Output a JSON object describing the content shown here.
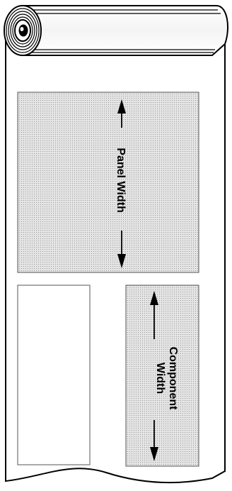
{
  "labels": {
    "panel_width": "Panel Width",
    "component_width_line1": "Component",
    "component_width_line2": "Width"
  },
  "colors": {
    "outline": "#000000",
    "shaded_fill": "#d8d8d8",
    "paper": "#ffffff"
  },
  "icons": {
    "arrow": "double-headed-arrow"
  }
}
